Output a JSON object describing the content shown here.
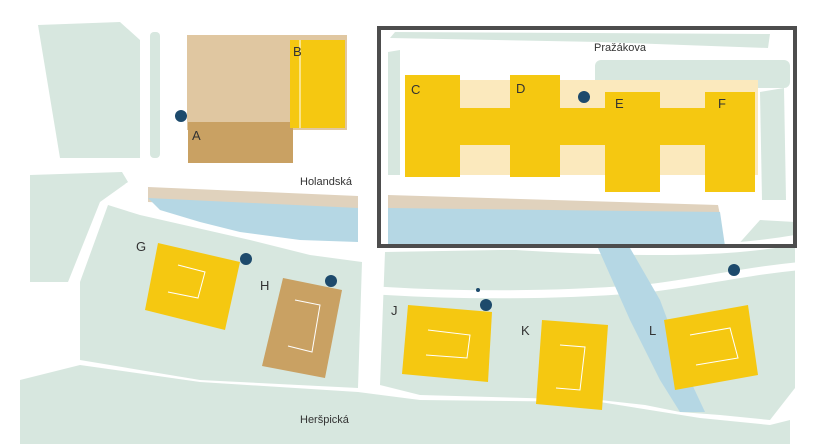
{
  "streets": {
    "prazakova": "Pražákova",
    "holandska": "Holandská",
    "herspicka": "Heršpická"
  },
  "buildings": {
    "a": "A",
    "b": "B",
    "c": "C",
    "d": "D",
    "e": "E",
    "f": "F",
    "g": "G",
    "h": "H",
    "j": "J",
    "k": "K",
    "l": "L"
  },
  "colors": {
    "green_area": "#d7e7df",
    "water": "#b5d7e4",
    "sand": "#e0d2bd",
    "yellow_building": "#f5c811",
    "yellow_light": "#fbe9bd",
    "brown_building": "#c9a163",
    "tan_building": "#e0c7a1",
    "marker": "#1d4a6c",
    "highlight_frame": "#4d4d4d"
  },
  "highlight_frame": {
    "label": "selected-area"
  },
  "markers": {
    "count": 6,
    "icon": "location-dot"
  }
}
